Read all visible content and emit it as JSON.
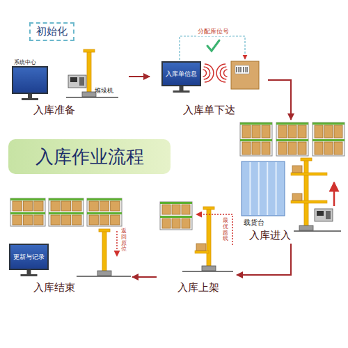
{
  "diagram": {
    "title": "入库作业流程",
    "nodes": [
      {
        "text": [
          "初始化"
        ]
      },
      {
        "text": [
          "入库准备"
        ]
      },
      {
        "text": [
          "入库单下达"
        ]
      },
      {
        "text": [
          "入库单信息"
        ],
        "in": 2
      },
      {
        "text": [
          "入库进入"
        ]
      },
      {
        "text": [
          "入库上架"
        ]
      },
      {
        "text": [
          "入库结束"
        ]
      },
      {
        "text": [
          "更新与记录"
        ],
        "in": 6
      }
    ],
    "edges": [
      {
        "from": 1,
        "to": 2,
        "arrow": "to"
      },
      {
        "from": 2,
        "to": 4,
        "arrow": "to"
      },
      {
        "from": 4,
        "to": 5,
        "arrow": "to"
      },
      {
        "from": 5,
        "to": 6,
        "arrow": "to"
      }
    ],
    "labels": [
      "系统中心",
      "堆垛机",
      "分配库位号",
      "载货台",
      "最优路线",
      "返回原位"
    ]
  }
}
